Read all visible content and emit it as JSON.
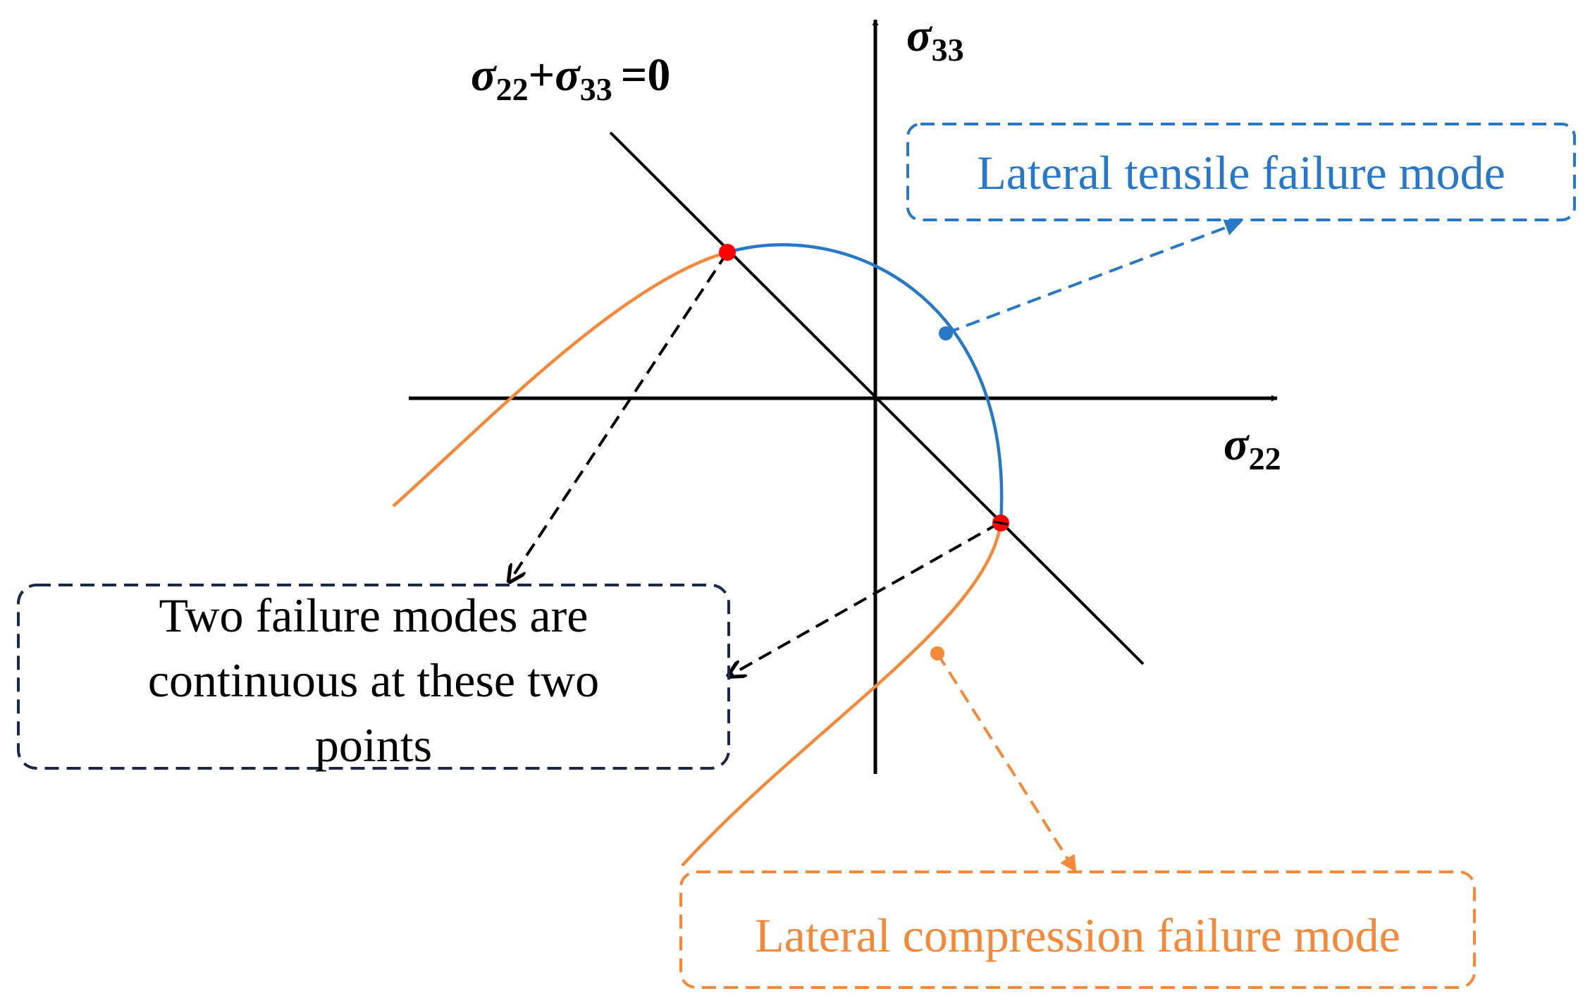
{
  "axes": {
    "x_symbol": "σ",
    "x_subscript": "22",
    "y_symbol": "σ",
    "y_subscript": "33"
  },
  "line_label": {
    "sym1": "σ",
    "sub1": "22",
    "plus": "+",
    "sym2": "σ",
    "sub2": "33",
    "equals": "=0"
  },
  "annotations": {
    "tensile": "Lateral tensile failure mode",
    "compression": "Lateral compression failure mode",
    "continuity": [
      "Two failure modes are",
      "continuous at these two",
      "points"
    ]
  },
  "colors": {
    "tensile": "#2878c8",
    "compression": "#f5893a",
    "transition_points": "#ff0000",
    "continuity_box": "#1a2a44",
    "axes": "#000000"
  }
}
